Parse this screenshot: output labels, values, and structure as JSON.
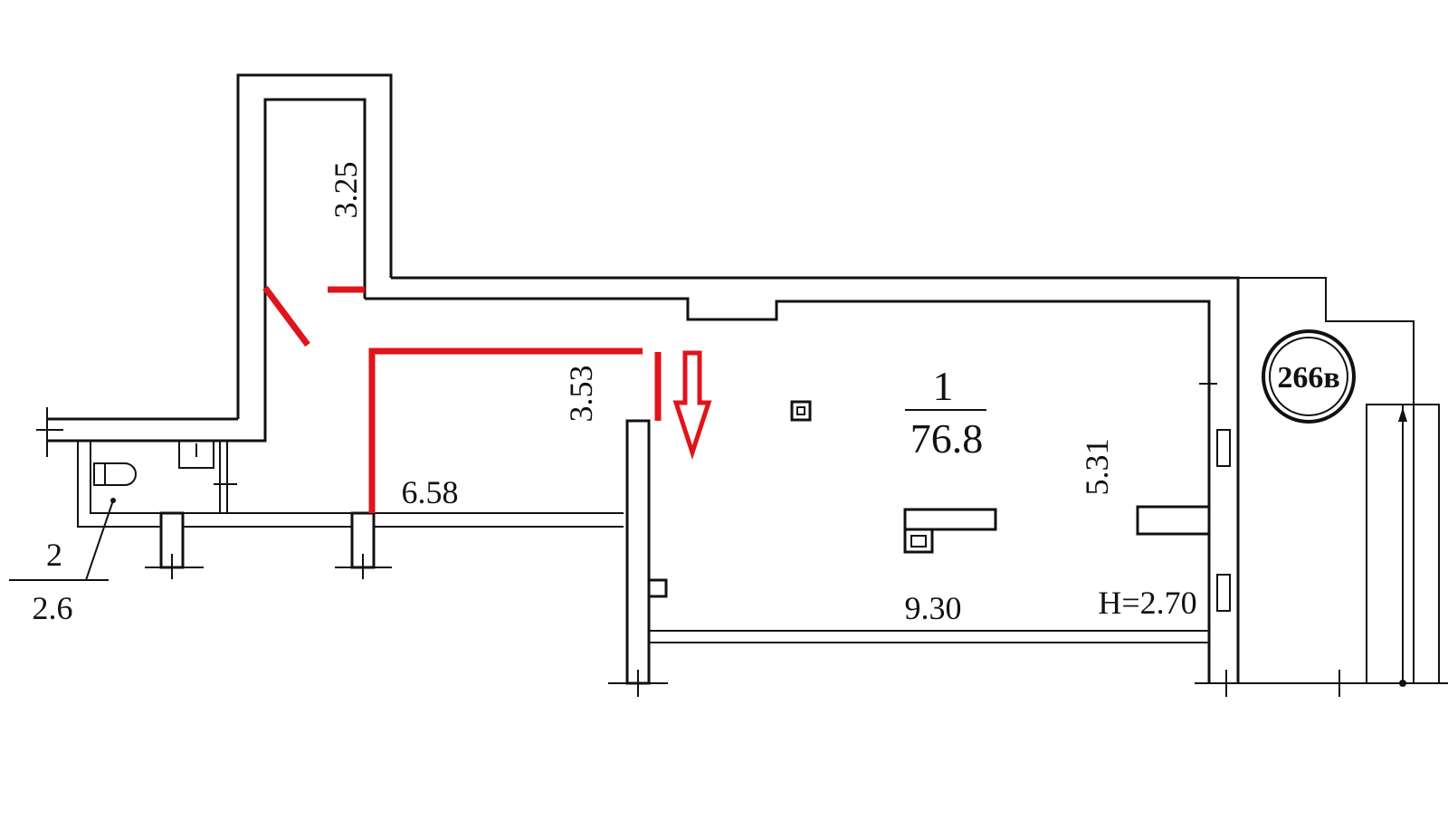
{
  "colors": {
    "line": "#111111",
    "accent": "#e0141b",
    "background": "#ffffff"
  },
  "rooms": [
    {
      "number": "1",
      "area": "76.8"
    },
    {
      "number": "2",
      "area": "2.6"
    }
  ],
  "dimensions": {
    "corridor_length": "3.25",
    "corridor_width": "3.53",
    "left_wing_length": "6.58",
    "main_room_height": "5.31",
    "main_room_length": "9.30",
    "ceiling_height": "H=2.70"
  },
  "building_badge": "266в",
  "icons": [
    "entrance-arrow-icon",
    "toilet-icon",
    "column-icon"
  ]
}
